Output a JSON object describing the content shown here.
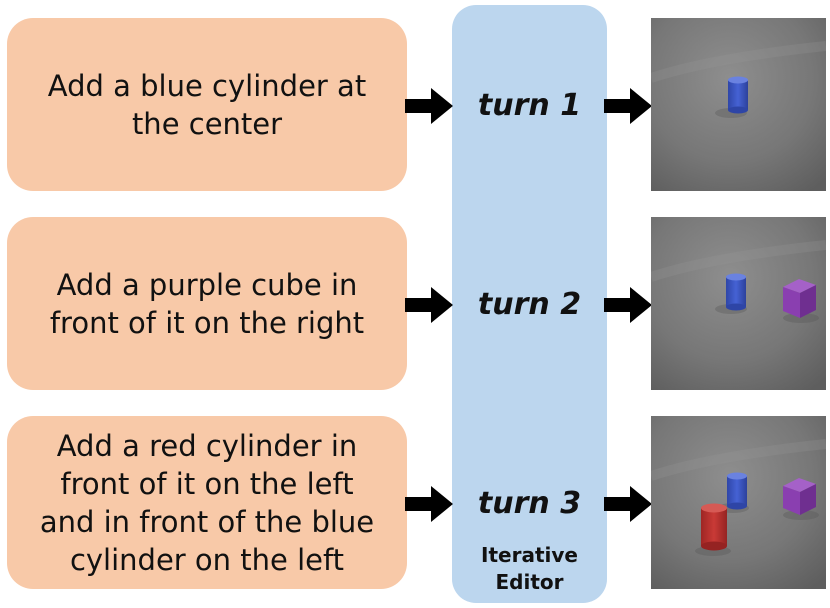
{
  "turns": [
    {
      "instruction": "Add a blue cylinder at\nthe center",
      "label": "turn 1"
    },
    {
      "instruction": "Add a purple cube in\nfront of it on the right",
      "label": "turn 2"
    },
    {
      "instruction": "Add a red cylinder in\nfront of it on the left\nand in front of the blue\ncylinder on the left",
      "label": "turn 3"
    }
  ],
  "editor": {
    "label_line1": "Iterative",
    "label_line2": "Editor"
  },
  "colors": {
    "instruction_box": "#f8c9a8",
    "editor_box": "#bcd6ee",
    "arrow": "#000000",
    "blue_object": "#3a55c0",
    "purple_object": "#8a3fb0",
    "red_object": "#b8302e"
  }
}
